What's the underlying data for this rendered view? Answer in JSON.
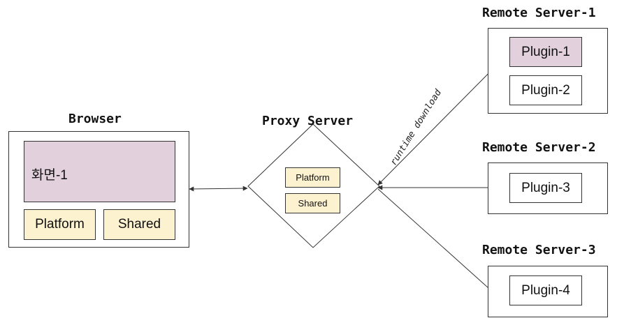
{
  "browser": {
    "title": "Browser",
    "screen_label": "화면-1",
    "platform_label": "Platform",
    "shared_label": "Shared"
  },
  "proxy": {
    "title": "Proxy Server",
    "platform_label": "Platform",
    "shared_label": "Shared"
  },
  "remote_servers": [
    {
      "title": "Remote Server-1",
      "plugins": [
        "Plugin-1",
        "Plugin-2"
      ]
    },
    {
      "title": "Remote Server-2",
      "plugins": [
        "Plugin-3"
      ]
    },
    {
      "title": "Remote Server-3",
      "plugins": [
        "Plugin-4"
      ]
    }
  ],
  "edge_label": "runtime download",
  "colors": {
    "highlight": "#e2d1dc",
    "package": "#fdf2d0",
    "stroke": "#333333"
  }
}
